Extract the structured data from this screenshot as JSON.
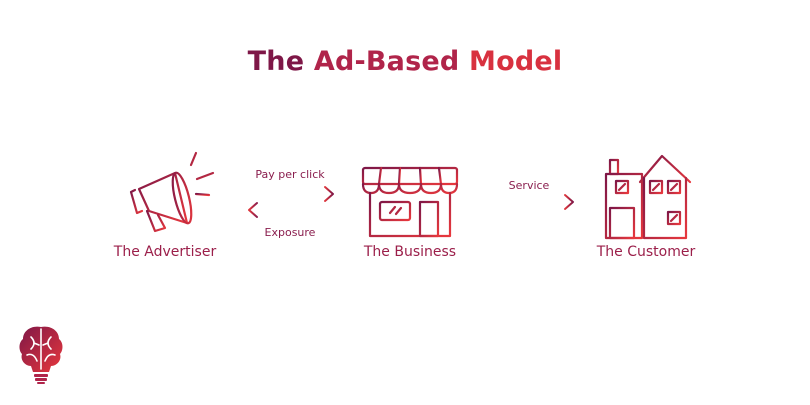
{
  "title": {
    "part1": "The",
    "part2": "Ad-Based",
    "part3": "Model"
  },
  "nodes": {
    "advertiser": "The Advertiser",
    "business": "The Business",
    "customer": "The Customer"
  },
  "arrows": {
    "pay_per_click": "Pay per click",
    "exposure": "Exposure",
    "service": "Service"
  },
  "colors": {
    "dark": "#7e1747",
    "mid": "#b0244a",
    "red": "#e0373d"
  },
  "icons": [
    "megaphone-icon",
    "storefront-icon",
    "house-icon",
    "brain-logo-icon"
  ]
}
